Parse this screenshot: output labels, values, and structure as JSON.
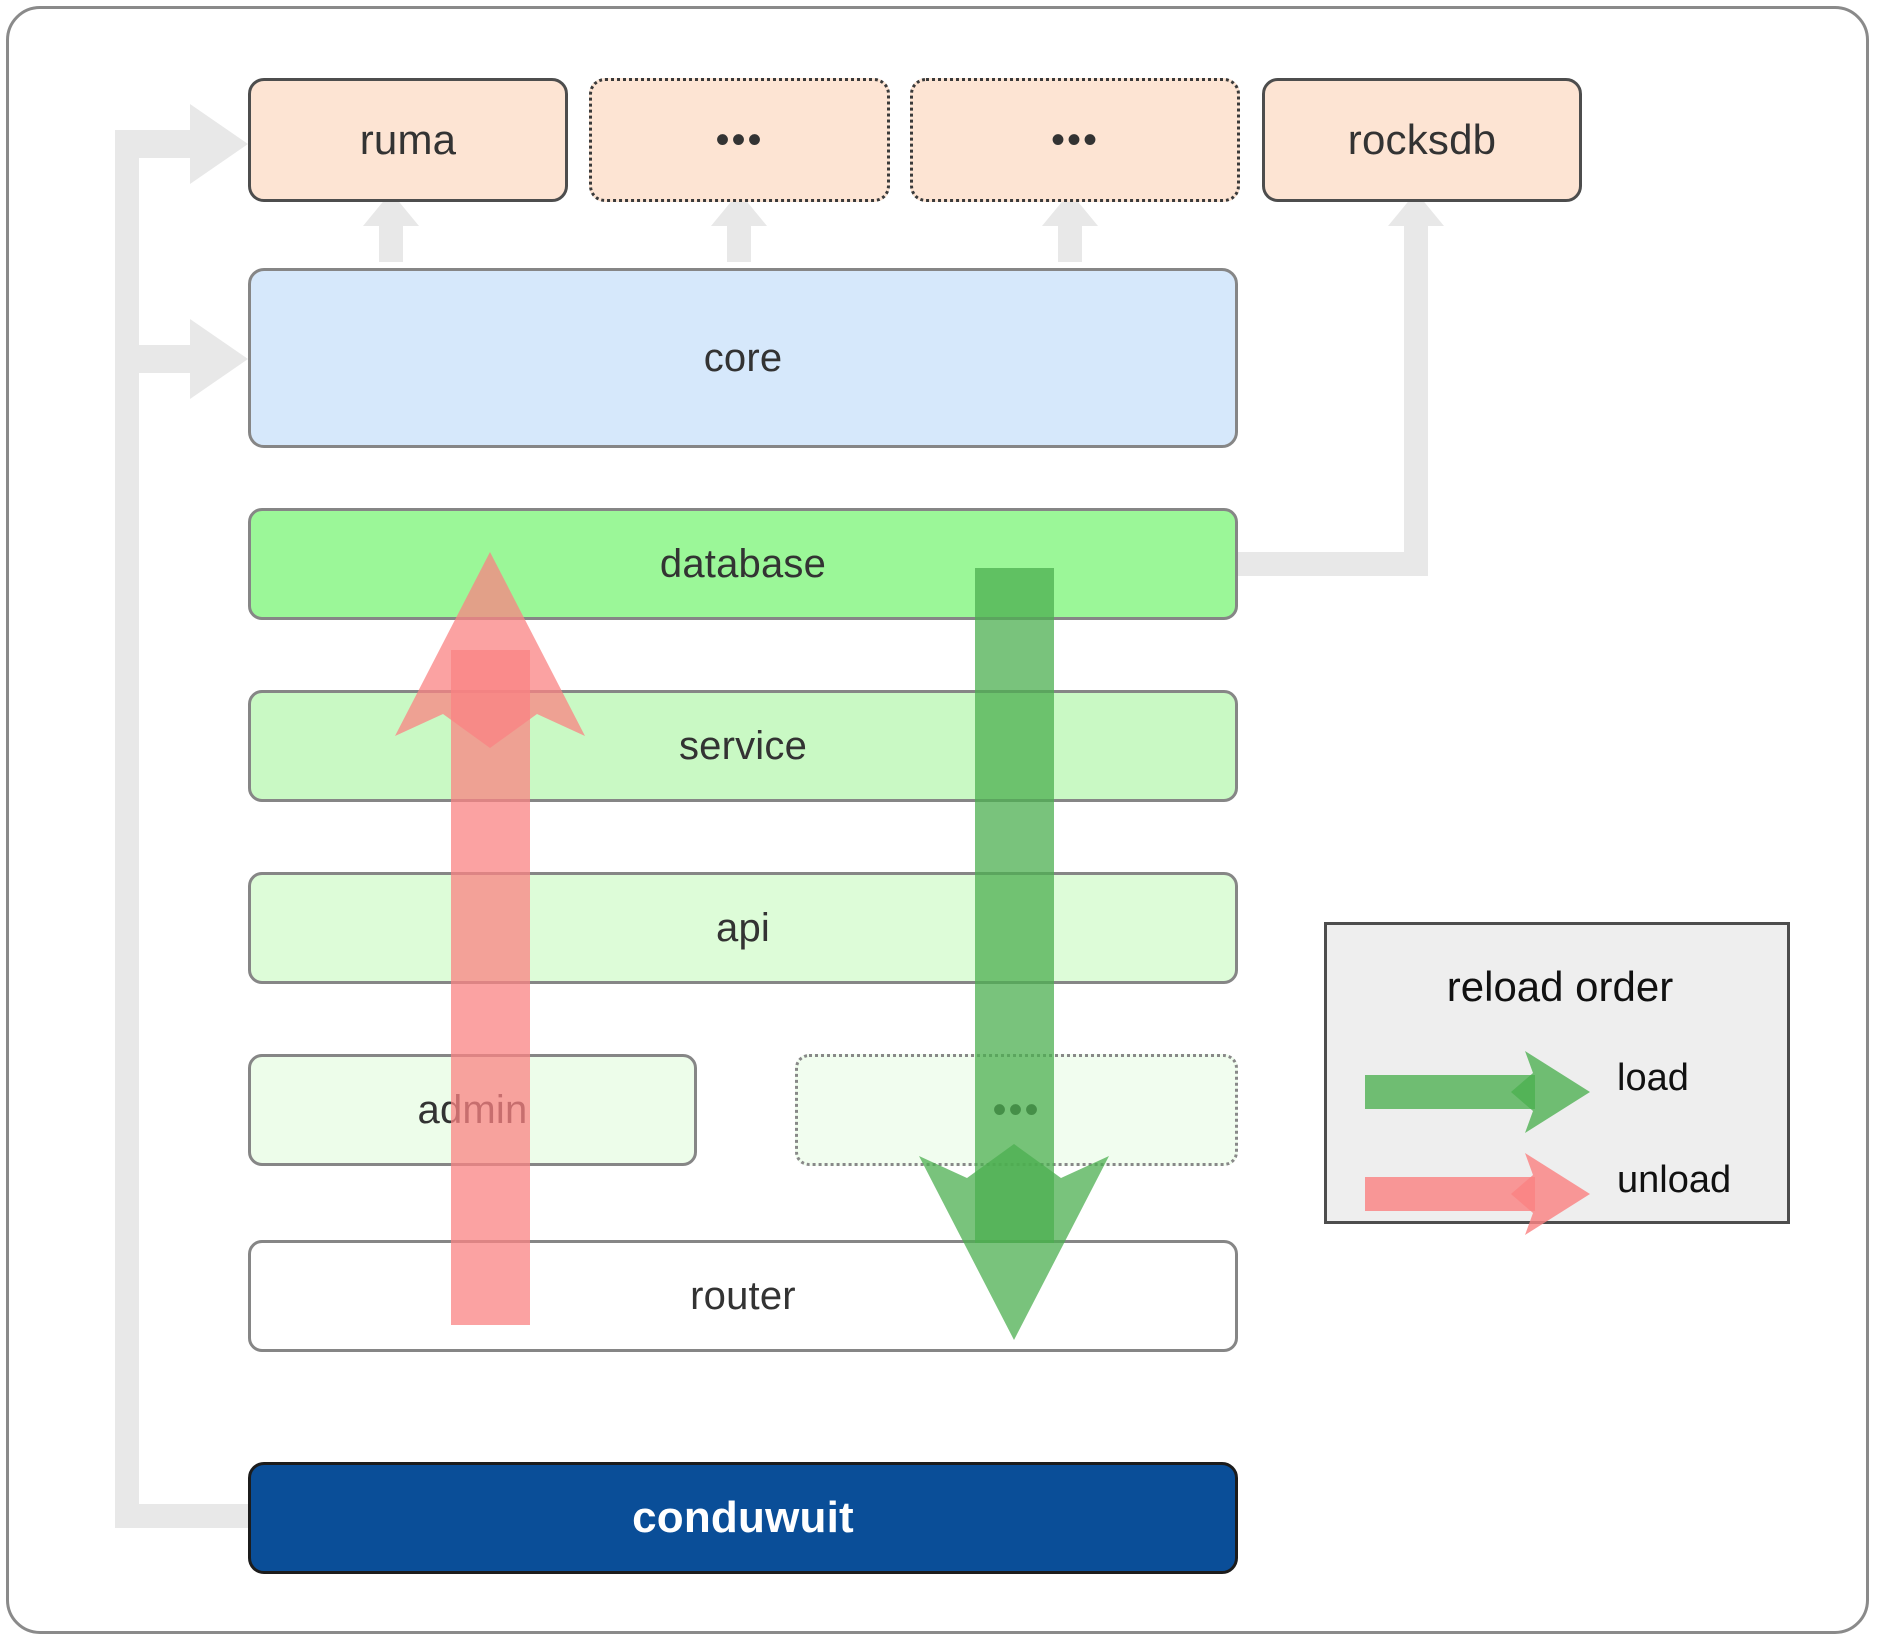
{
  "diagram": {
    "title": "conduwuit module layering / reload order",
    "colors": {
      "dependency_fill": "#fde4d3",
      "core_fill": "#d6e8fb",
      "database_fill": "#9bf798",
      "service_fill": "#c9f9c4",
      "api_fill": "#ddfcd8",
      "admin_fill": "#edfdea",
      "router_fill": "#ffffff",
      "app_fill": "#0a4e98",
      "connector": "#e8e8e8",
      "load_arrow": "#4caf50",
      "unload_arrow": "#fa8383",
      "legend_bg": "#eeeeee"
    },
    "dependencies": [
      {
        "label": "ruma",
        "style": "solid"
      },
      {
        "label": "•••",
        "style": "dotted"
      },
      {
        "label": "•••",
        "style": "dotted"
      },
      {
        "label": "rocksdb",
        "style": "solid"
      }
    ],
    "layers": [
      {
        "label": "core",
        "style": "solid"
      },
      {
        "label": "database",
        "style": "solid"
      },
      {
        "label": "service",
        "style": "solid"
      },
      {
        "label": "api",
        "style": "solid"
      },
      {
        "label": "admin",
        "style": "solid"
      },
      {
        "label": "•••",
        "style": "dotted"
      },
      {
        "label": "router",
        "style": "solid"
      }
    ],
    "application": {
      "label": "conduwuit"
    },
    "legend": {
      "title": "reload order",
      "items": [
        {
          "label": "load",
          "color": "#4caf50",
          "direction": "right"
        },
        {
          "label": "unload",
          "color": "#fa8383",
          "direction": "right"
        }
      ]
    },
    "flows": [
      {
        "name": "unload",
        "direction": "up",
        "from": "router",
        "to": "database"
      },
      {
        "name": "load",
        "direction": "down",
        "from": "database",
        "to": "router"
      }
    ]
  }
}
